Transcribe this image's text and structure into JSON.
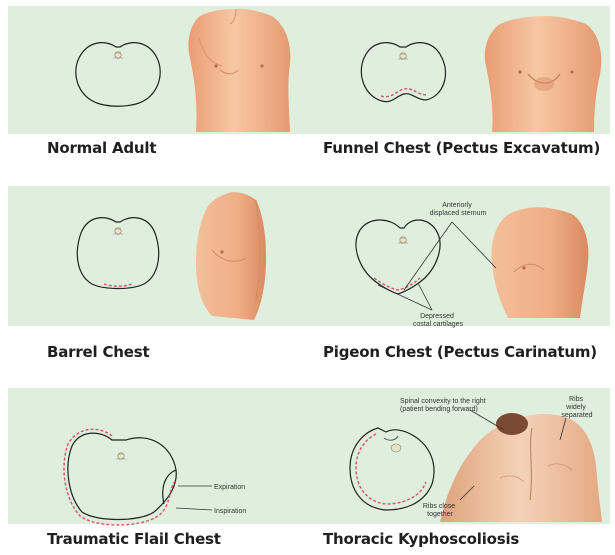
{
  "panels": [
    {
      "caption": "Normal Adult"
    },
    {
      "caption": "Funnel Chest (Pectus Excavatum)"
    },
    {
      "caption": "Barrel Chest"
    },
    {
      "caption": "Pigeon Chest (Pectus Carinatum)",
      "annotations": {
        "sternum": [
          "Anteriorly",
          "displaced sternum"
        ],
        "cartilages": [
          "Depressed",
          "costal cartilages"
        ]
      }
    },
    {
      "caption": "Traumatic Flail Chest",
      "annotations": {
        "expiration": "Expiration",
        "inspiration": "Inspiration"
      }
    },
    {
      "caption": "Thoracic Kyphoscoliosis",
      "annotations": {
        "spinal": [
          "Spinal convexity to the right",
          "(patient bending forward)"
        ],
        "ribs_widely": [
          "Ribs",
          "widely",
          "separated"
        ],
        "ribs_close": [
          "Ribs close",
          "together"
        ]
      }
    }
  ],
  "colors": {
    "panel_bg": "#dfeedd",
    "skin": "#f2b78f",
    "skin_shadow": "#d68d63",
    "outline": "#222222",
    "dashed": "#d2556c",
    "caption": "#1f1f1f"
  }
}
